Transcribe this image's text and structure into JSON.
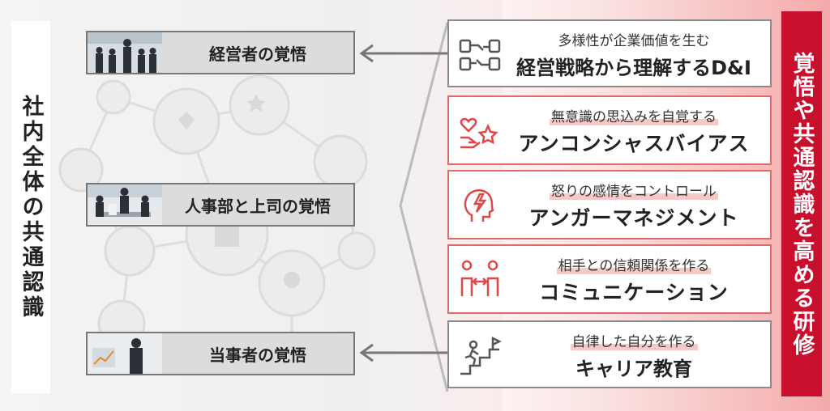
{
  "left_label": "社内全体の共通認識",
  "right_label": "覚悟や共通認識を高める研修",
  "resolves": [
    {
      "label": "経営者の覚悟"
    },
    {
      "label": "人事部と上司の覚悟"
    },
    {
      "label": "当事者の覚悟"
    }
  ],
  "trainings": [
    {
      "subtitle": "多様性が企業価値を生む",
      "title": "経営戦略から理解するD&I"
    },
    {
      "subtitle": "無意識の思込みを自覚する",
      "title": "アンコンシャスバイアス"
    },
    {
      "subtitle": "怒りの感情をコントロール",
      "title": "アンガーマネジメント"
    },
    {
      "subtitle": "相手との信頼関係を作る",
      "title": "コミュニケーション"
    },
    {
      "subtitle": "自律した自分を作る",
      "title": "キャリア教育"
    }
  ],
  "colors": {
    "accent_red": "#c8102e",
    "card_border": "#e06a6a",
    "box_gray": "#dcdcdc"
  }
}
